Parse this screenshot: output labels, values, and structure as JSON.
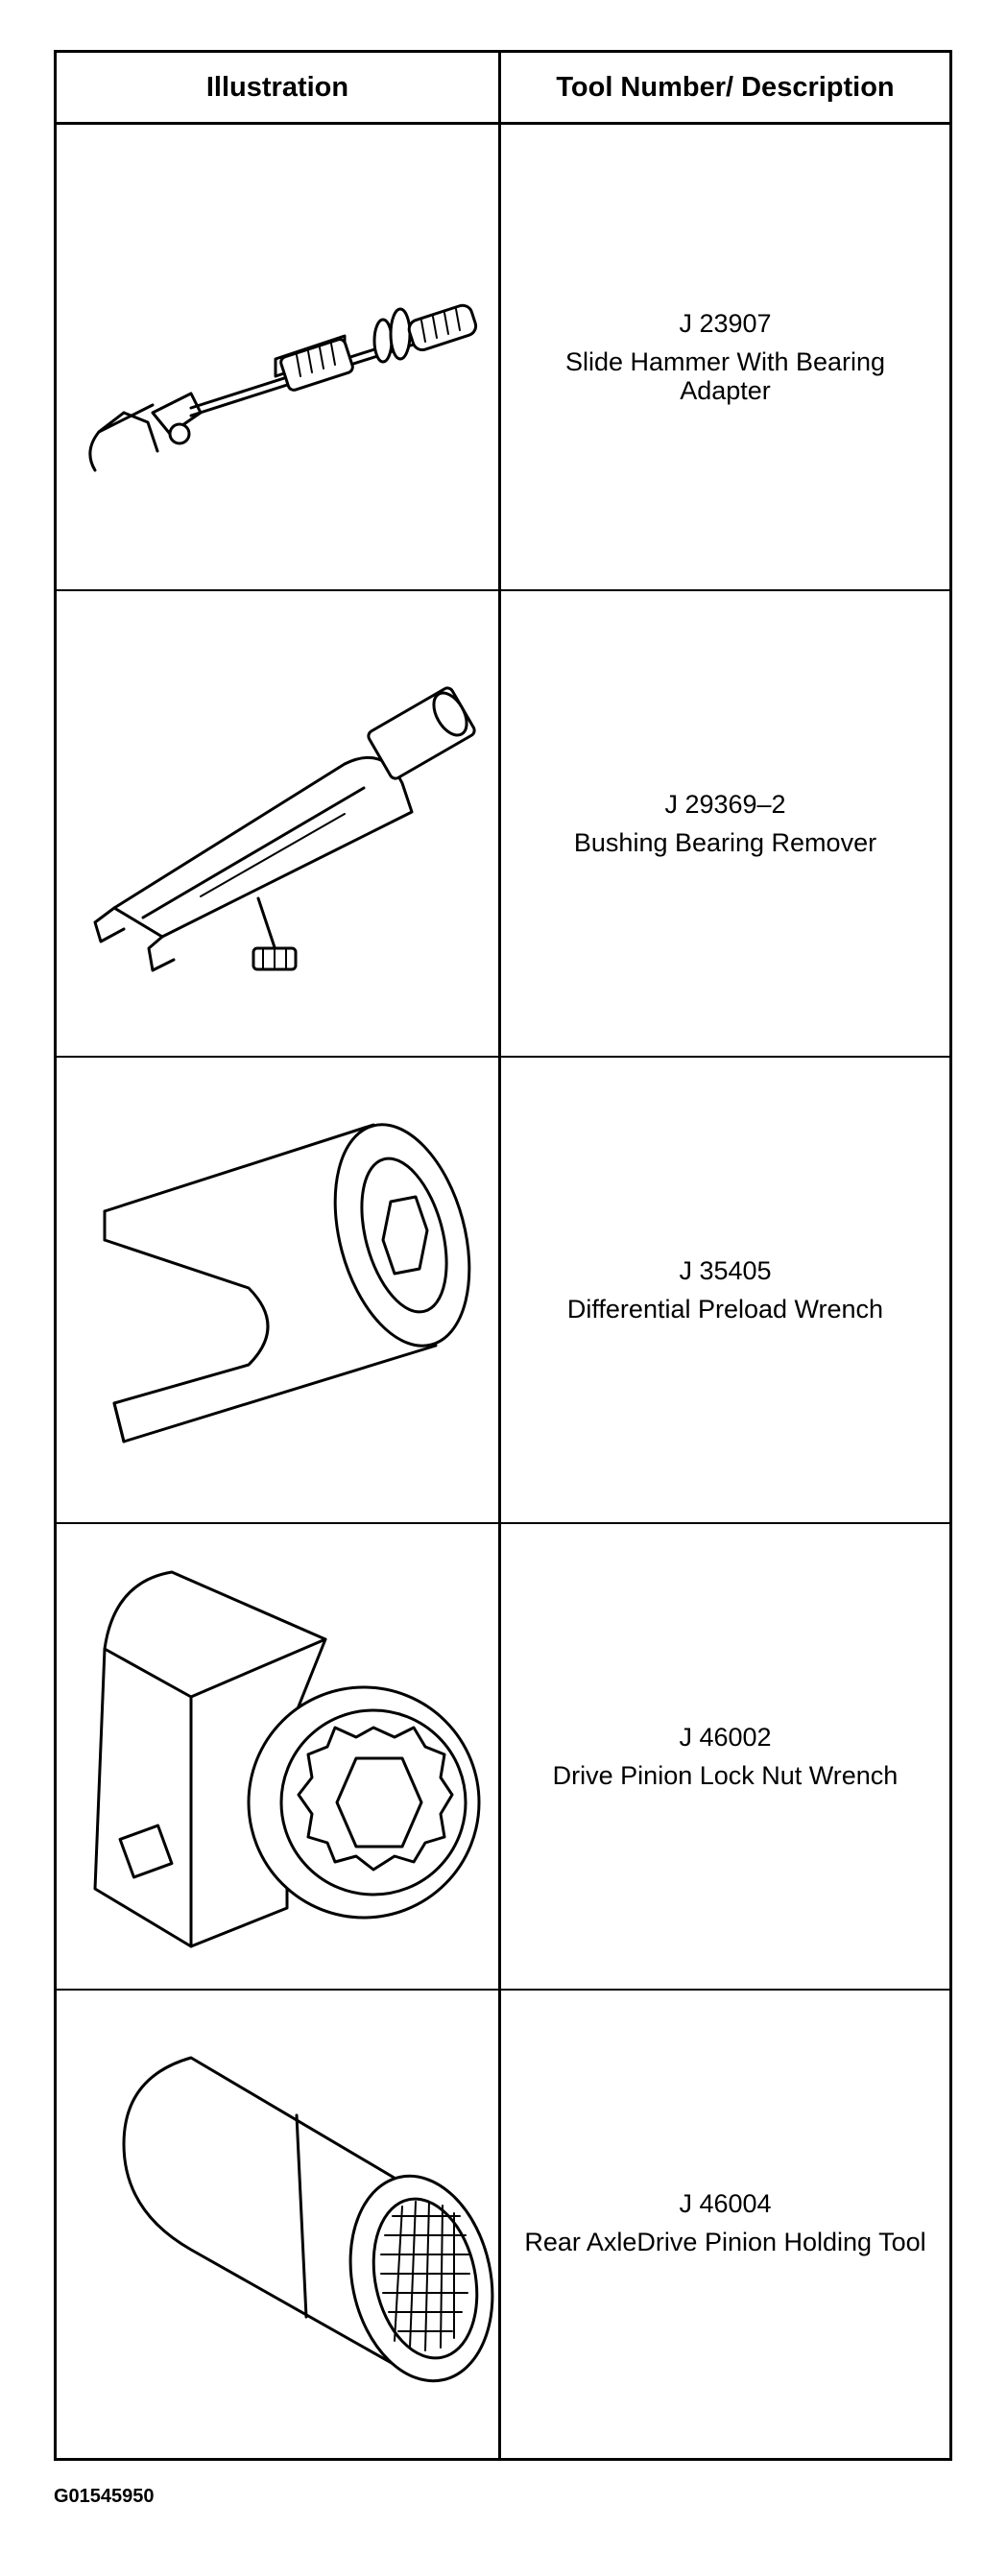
{
  "table": {
    "headers": {
      "illustration": "Illustration",
      "description": "Tool Number/ Description"
    },
    "rows": [
      {
        "tool_number": "J 23907",
        "description": "Slide Hammer With Bearing Adapter",
        "icon": "slide-hammer-icon"
      },
      {
        "tool_number": "J 29369–2",
        "description": "Bushing Bearing Remover",
        "icon": "bushing-remover-icon"
      },
      {
        "tool_number": "J 35405",
        "description": "Differential Preload Wrench",
        "icon": "preload-wrench-icon"
      },
      {
        "tool_number": "J 46002",
        "description": "Drive Pinion Lock Nut Wrench",
        "icon": "lock-nut-wrench-icon"
      },
      {
        "tool_number": "J 46004",
        "description": "Rear AxleDrive Pinion Holding Tool",
        "icon": "pinion-holding-tool-icon"
      }
    ]
  },
  "footer": {
    "image_code": "G01545950"
  }
}
